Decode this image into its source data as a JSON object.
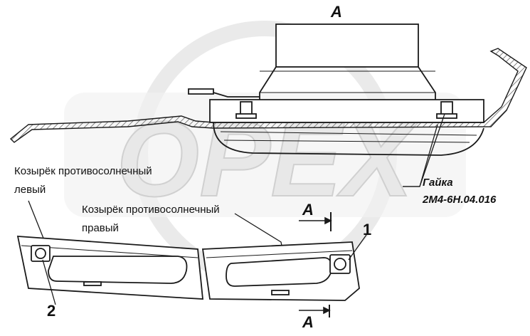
{
  "watermark": {
    "text": "OPEX",
    "color": "#d9d9d9"
  },
  "view_label_top": "A",
  "section_mark_upper": "A",
  "section_mark_lower": "A",
  "labels": {
    "visor_left_line1": "Козырёк противосолнечный",
    "visor_left_line2": "левый",
    "visor_right_line1": "Козырёк противосолнечный",
    "visor_right_line2": "правый",
    "nut_line1": "Гайка",
    "nut_line2": "2М4-6Н.04.016"
  },
  "callouts": {
    "one": "1",
    "two": "2"
  },
  "colors": {
    "line": "#1a1a1a",
    "hatch": "#555555"
  }
}
